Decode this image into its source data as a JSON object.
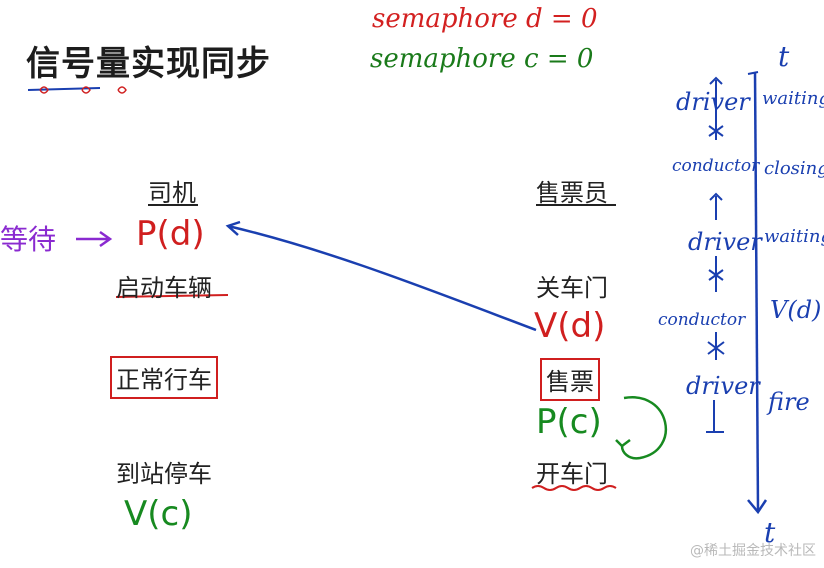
{
  "title": "信号量实现同步",
  "semaphores": {
    "d": "semaphore  d = 0",
    "c": "semaphore  c = 0"
  },
  "driver": {
    "header": "司机",
    "wait_note": "等待",
    "p_d": "P(d)",
    "step1": "启动车辆",
    "step2": "正常行车",
    "step3": "到站停车",
    "v_c": "V(c)"
  },
  "conductor": {
    "header": "售票员",
    "step1": "关车门",
    "v_d": "V(d)",
    "step2": "售票",
    "p_c": "P(c)",
    "step3": "开车门"
  },
  "timeline": {
    "t_top": "t",
    "t_bottom": "t",
    "left": [
      "driver",
      "conductor",
      "driver",
      "conductor",
      "driver"
    ],
    "right": [
      "waiting",
      "closing",
      "waiting",
      "V(d)",
      "fire"
    ]
  },
  "colors": {
    "red": "#d01f1f",
    "green": "#178a20",
    "blue": "#1a3fb0",
    "purple": "#8a2ad0"
  },
  "watermark": "@稀土掘金技术社区"
}
